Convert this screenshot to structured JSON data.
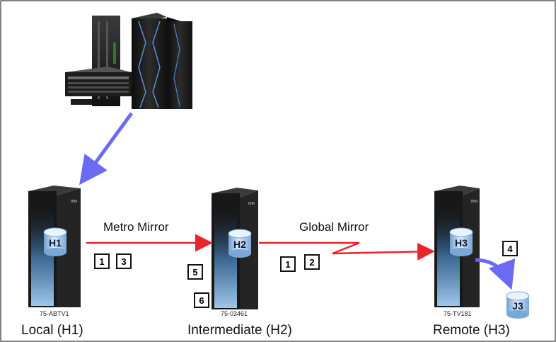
{
  "sites": {
    "local": {
      "name": "Local (H1)",
      "serial": "75-ABTV1",
      "volume": "H1"
    },
    "intermediate": {
      "name": "Intermediate (H2)",
      "serial": "75-03461",
      "volume": "H2"
    },
    "remote": {
      "name": "Remote (H3)",
      "serial": "75-TV181",
      "volume": "H3"
    }
  },
  "journal_volume": "J3",
  "links": {
    "metro": "Metro Mirror",
    "global": "Global Mirror"
  },
  "steps": {
    "metro_a": "1",
    "metro_b": "3",
    "global_a": "1",
    "global_b": "2",
    "journal": "4",
    "intermediate_a": "5",
    "intermediate_b": "6"
  },
  "brand": "IBM",
  "colors": {
    "replication_arrow": "#e8262a",
    "host_arrow": "#6a6af2",
    "border": "#333333"
  }
}
